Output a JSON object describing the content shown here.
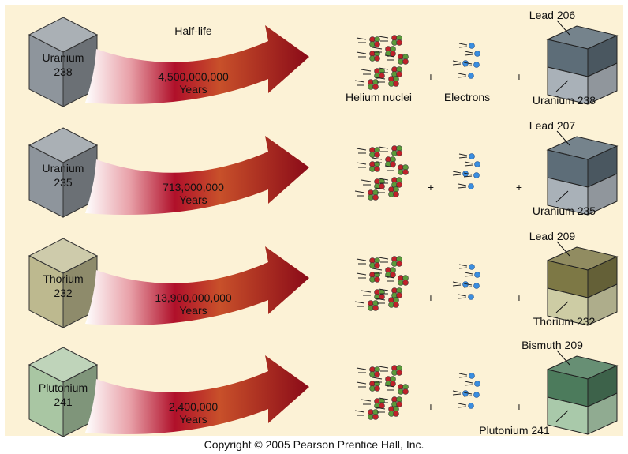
{
  "header": {
    "half_life_label": "Half-life"
  },
  "product_labels": {
    "helium": "Helium nuclei",
    "electrons": "Electrons",
    "plus": "+"
  },
  "rows": [
    {
      "parent_line1": "Uranium",
      "parent_line2": "238",
      "half_life": "4,500,000,000",
      "unit": "Years",
      "daughter": "Lead 206",
      "remaining": "Uranium 238",
      "colors": {
        "parent": "#8e959c",
        "daughter": "#5d6d78",
        "remaining": "#a9b1b8"
      }
    },
    {
      "parent_line1": "Uranium",
      "parent_line2": "235",
      "half_life": "713,000,000",
      "unit": "Years",
      "daughter": "Lead 207",
      "remaining": "Uranium 235",
      "colors": {
        "parent": "#8e959c",
        "daughter": "#5d6d78",
        "remaining": "#a9b1b8"
      }
    },
    {
      "parent_line1": "Thorium",
      "parent_line2": "232",
      "half_life": "13,900,000,000",
      "unit": "Years",
      "daughter": "Lead 209",
      "remaining": "Thorium 232",
      "colors": {
        "parent": "#bdb98f",
        "daughter": "#7d7845",
        "remaining": "#cdcca4"
      }
    },
    {
      "parent_line1": "Plutonium",
      "parent_line2": "241",
      "half_life": "2,400,000",
      "unit": "Years",
      "daughter": "Bismuth 209",
      "remaining": "Plutonium 241",
      "colors": {
        "parent": "#a9c6a3",
        "daughter": "#4c7b5c",
        "remaining": "#a9c9aa"
      }
    }
  ],
  "footer": {
    "copyright": "Copyright © 2005 Pearson Prentice Hall, Inc."
  }
}
